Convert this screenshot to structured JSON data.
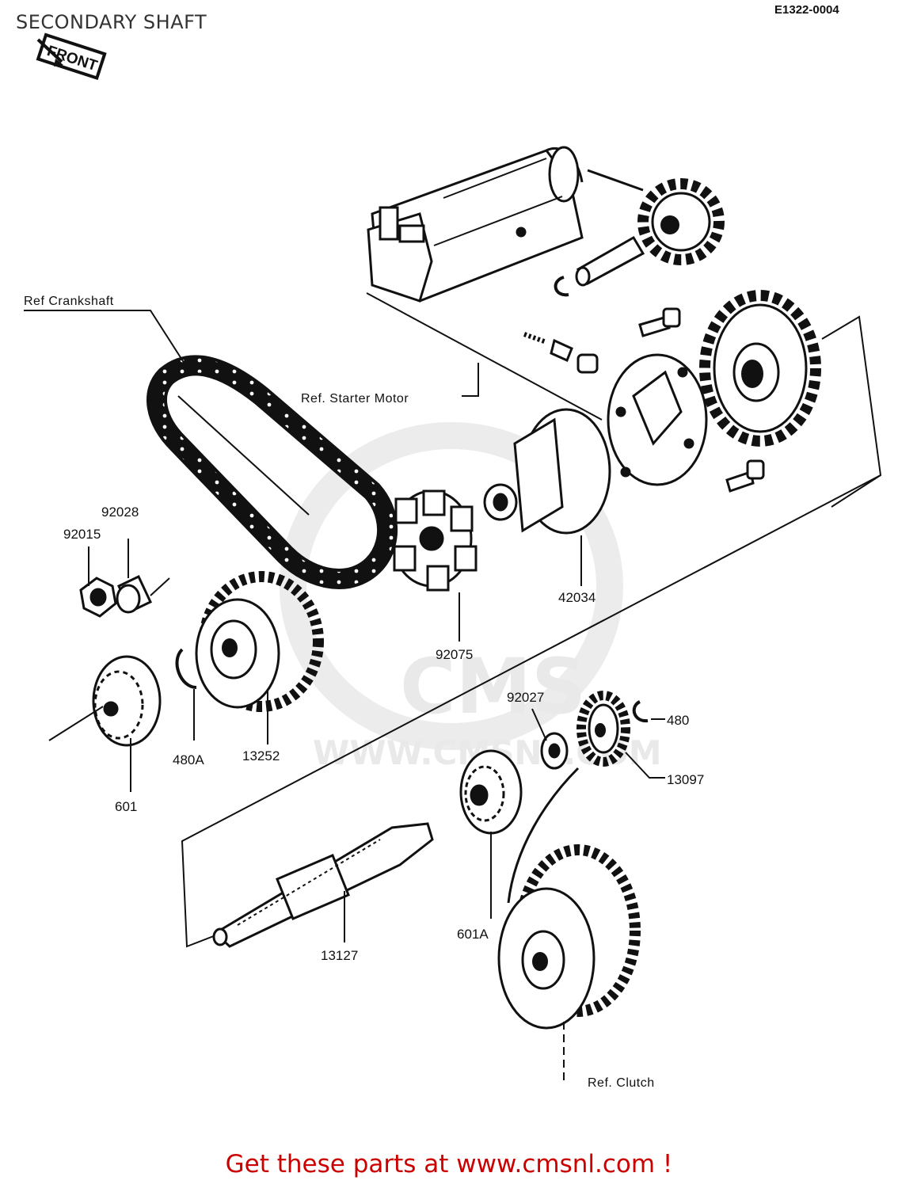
{
  "header": {
    "title": "SECONDARY SHAFT",
    "diagram_code": "E1322-0004"
  },
  "front_marker": "FRONT",
  "references": {
    "crankshaft": "Ref  Crankshaft",
    "starter_motor": "Ref. Starter Motor",
    "clutch": "Ref. Clutch"
  },
  "parts": [
    {
      "number": "92028"
    },
    {
      "number": "92015"
    },
    {
      "number": "42034"
    },
    {
      "number": "92075"
    },
    {
      "number": "92027"
    },
    {
      "number": "480"
    },
    {
      "number": "13097"
    },
    {
      "number": "480A"
    },
    {
      "number": "13252"
    },
    {
      "number": "601"
    },
    {
      "number": "601A"
    },
    {
      "number": "13127"
    }
  ],
  "watermark": {
    "brand": "CMS",
    "url": "WWW.CMSNL.COM"
  },
  "footer": {
    "link_text": "Get these parts at www.cmsnl.com !"
  }
}
